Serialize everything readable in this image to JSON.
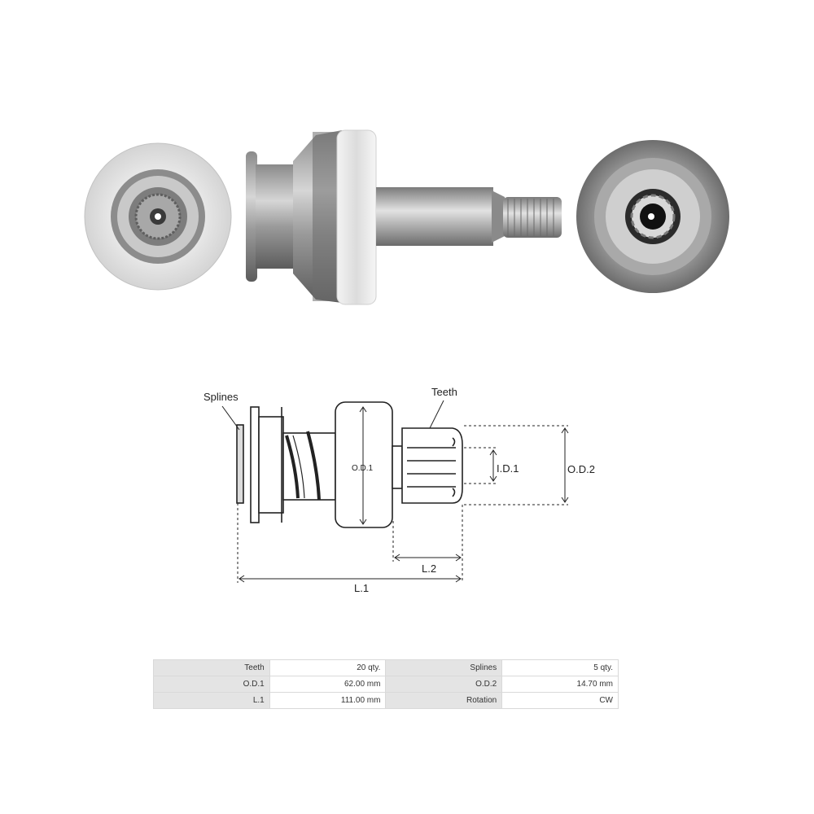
{
  "diagram_labels": {
    "splines": "Splines",
    "teeth": "Teeth",
    "od1": "O.D.1",
    "id1": "I.D.1",
    "od2": "O.D.2",
    "l2": "L.2",
    "l1": "L.1"
  },
  "spec_table": {
    "rows": [
      {
        "k1": "Teeth",
        "v1": "20 qty.",
        "k2": "Splines",
        "v2": "5 qty."
      },
      {
        "k1": "O.D.1",
        "v1": "62.00 mm",
        "k2": "O.D.2",
        "v2": "14.70 mm"
      },
      {
        "k1": "L.1",
        "v1": "111.00 mm",
        "k2": "Rotation",
        "v2": "CW"
      }
    ]
  }
}
